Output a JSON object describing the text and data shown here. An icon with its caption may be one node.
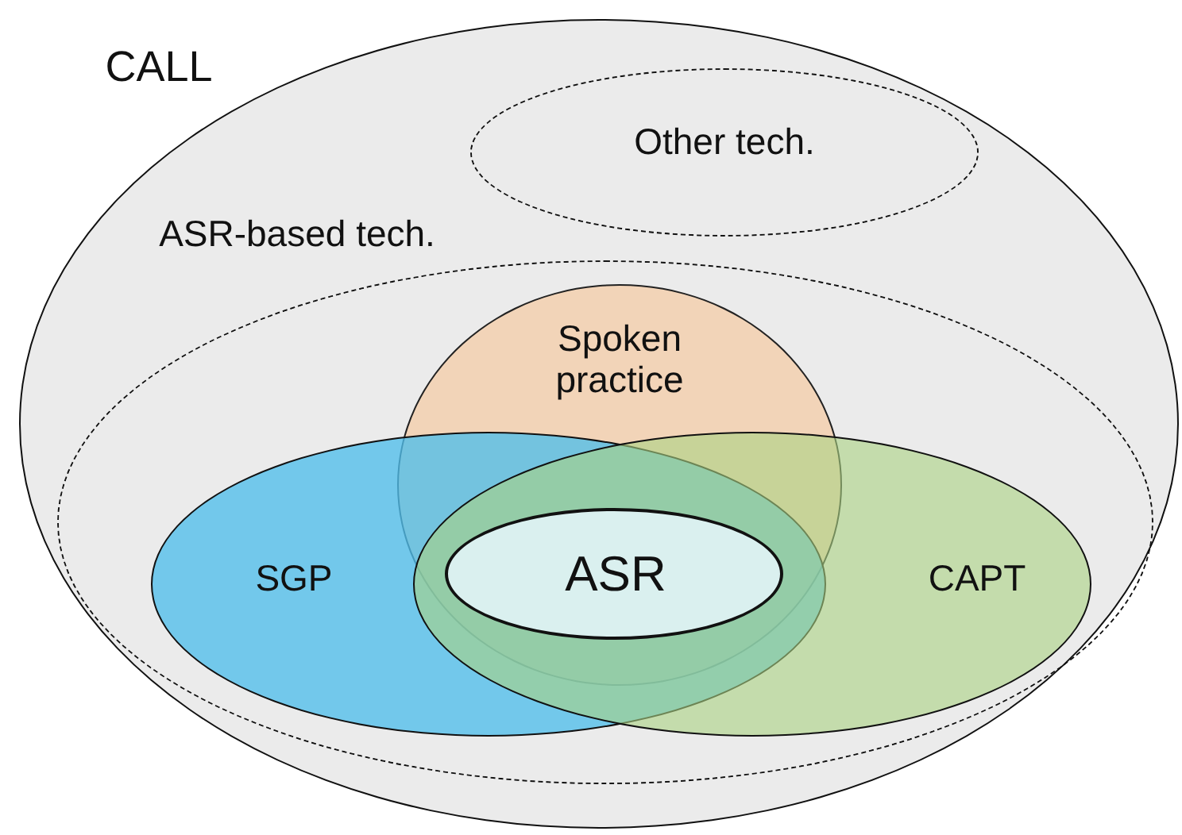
{
  "diagram": {
    "nodes": [
      {
        "text": [
          "CALL"
        ]
      },
      {
        "text": [
          "Other tech."
        ],
        "in": 0
      },
      {
        "text": [
          "ASR-based tech."
        ],
        "in": 0
      },
      {
        "text": [
          "Spoken practice"
        ],
        "in": 2
      },
      {
        "text": [
          "SGP"
        ],
        "in": 2
      },
      {
        "text": [
          "CAPT"
        ],
        "in": 2
      },
      {
        "text": [
          "ASR"
        ]
      }
    ]
  }
}
